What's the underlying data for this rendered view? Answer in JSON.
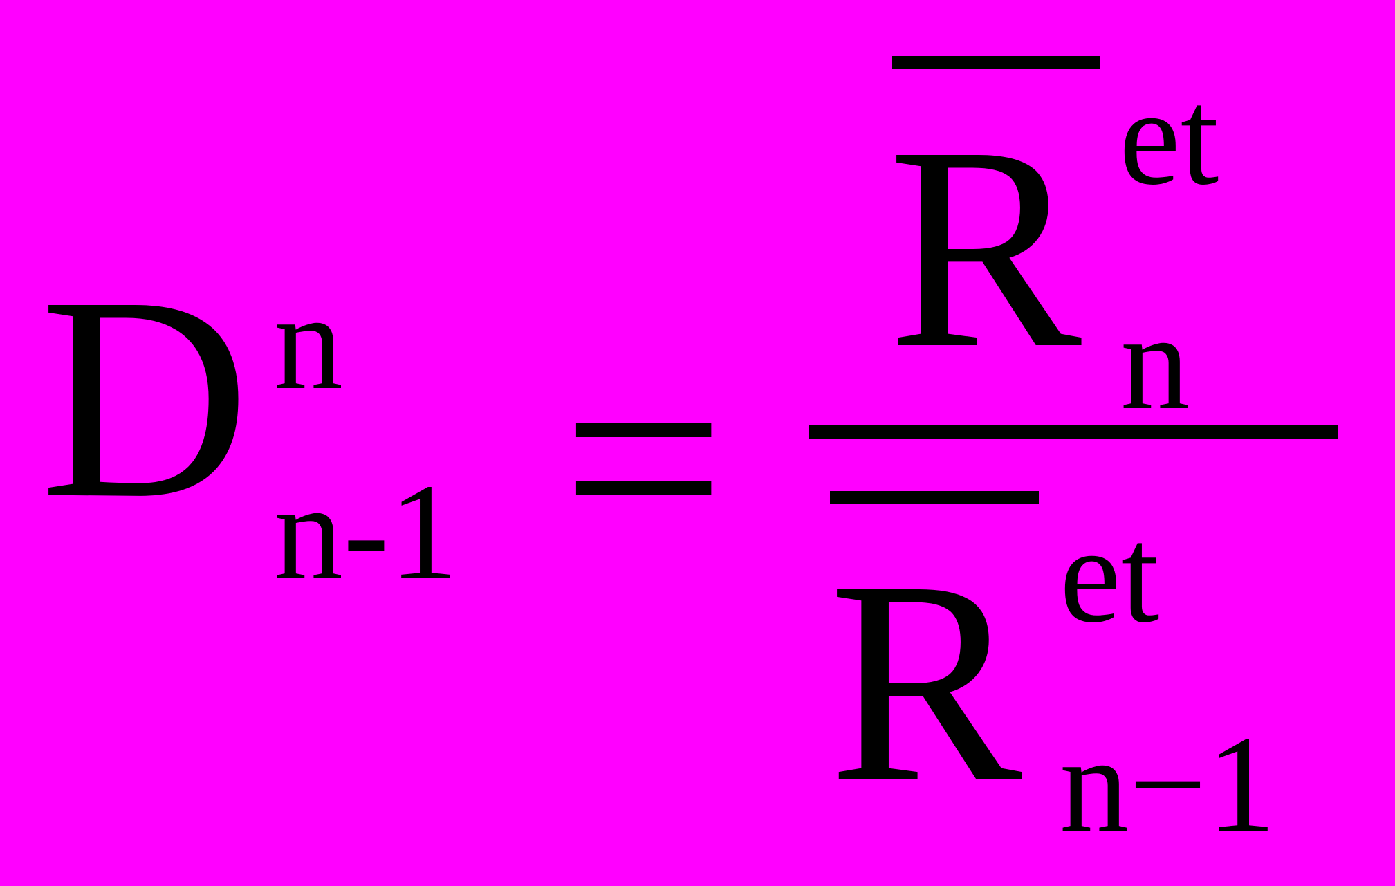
{
  "formula": {
    "lhs": {
      "base": "D",
      "superscript": "n",
      "subscript": "n-1"
    },
    "equals": "=",
    "numerator": {
      "base": "R",
      "superscript": "et",
      "subscript": "n",
      "overline": true
    },
    "denominator": {
      "base": "R",
      "superscript": "et",
      "subscript": "n−1",
      "overline": true
    }
  },
  "colors": {
    "background": "#ff00ff",
    "ink": "#000000"
  }
}
